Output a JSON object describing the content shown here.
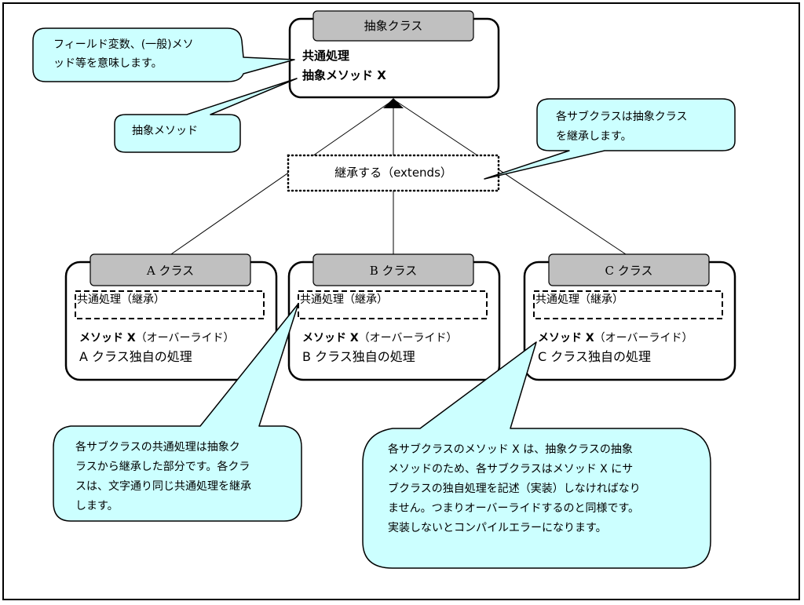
{
  "abstract_class": {
    "title": "抽象クラス",
    "members": [
      "共通処理",
      "抽象メソッド X"
    ]
  },
  "relation": {
    "label": "継承する（extends）"
  },
  "subclasses": [
    {
      "title": "A クラス",
      "inherited": "共通処理（継承）",
      "override": "メソッド X",
      "override_note": "（オーバーライド）",
      "own": "A クラス独自の処理"
    },
    {
      "title": "B クラス",
      "inherited": "共通処理（継承）",
      "override": "メソッド X",
      "override_note": "（オーバーライド）",
      "own": "B クラス独自の処理"
    },
    {
      "title": "C クラス",
      "inherited": "共通処理（継承）",
      "override": "メソッド X",
      "override_note": "（オーバーライド）",
      "own": "C クラス独自の処理"
    }
  ],
  "callouts": {
    "fields": [
      "フィールド変数、(一般)メソ",
      "ッド等を意味します。"
    ],
    "abstract_method": [
      "抽象メソッド"
    ],
    "inherit": [
      "各サブクラスは抽象クラス",
      "を継承します。"
    ],
    "common": [
      "各サブクラスの共通処理は抽象ク",
      "ラスから継承した部分です。各クラ",
      "スは、文字通り同じ共通処理を継承",
      "します。"
    ],
    "method_x": [
      "各サブクラスのメソッド X は、抽象クラスの抽象",
      "メソッドのため、各サブクラスはメソッド X にサ",
      "ブクラスの独自処理を記述（実装）しなければなり",
      "ません。つまりオーバーライドするのと同様です。",
      "実装しないとコンパイルエラーになります。"
    ]
  },
  "colors": {
    "callout_fill": "#ccffff",
    "header_fill": "#c0c0c0",
    "stroke": "#000000"
  }
}
